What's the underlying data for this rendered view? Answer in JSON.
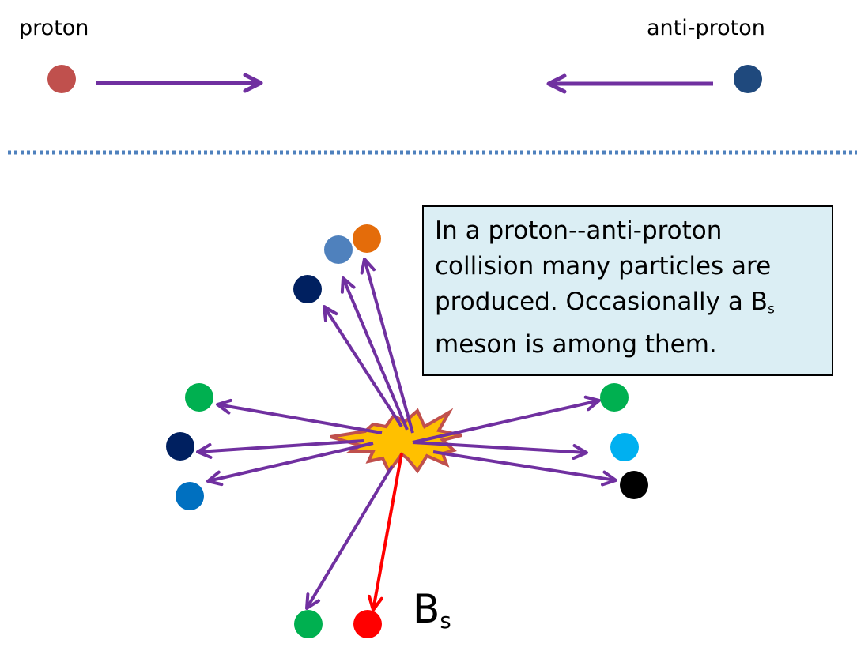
{
  "top": {
    "proton_label": "proton",
    "antiproton_label": "anti-proton"
  },
  "callout": {
    "lines": [
      "In a proton--anti-proton",
      "collision many particles are",
      "produced. Occasionally a B",
      "meson is among them."
    ],
    "line3_subscript": "s"
  },
  "bs_label": {
    "main": "B",
    "sub": "s"
  },
  "colors": {
    "arrow": "#7030a0",
    "bs_arrow": "#ff0000",
    "proton": "#c0504d",
    "antiproton": "#1f497d",
    "divider": "#4f81bd",
    "starburst_fill": "#ffc000",
    "starburst_stroke": "#c0504d",
    "callout_bg": "#dbeef4"
  },
  "particles": [
    {
      "name": "particle-light-blue-top",
      "color": "#4f81bd"
    },
    {
      "name": "particle-orange-top",
      "color": "#e46c0a"
    },
    {
      "name": "particle-navy-top",
      "color": "#002060"
    },
    {
      "name": "particle-green-left",
      "color": "#00b050"
    },
    {
      "name": "particle-navy-left",
      "color": "#002060"
    },
    {
      "name": "particle-blue-left",
      "color": "#0070c0"
    },
    {
      "name": "particle-green-right",
      "color": "#00b050"
    },
    {
      "name": "particle-cyan-right",
      "color": "#00b0f0"
    },
    {
      "name": "particle-black-right",
      "color": "#000000"
    },
    {
      "name": "particle-green-bottom",
      "color": "#00b050"
    },
    {
      "name": "particle-bs",
      "color": "#ff0000"
    }
  ]
}
